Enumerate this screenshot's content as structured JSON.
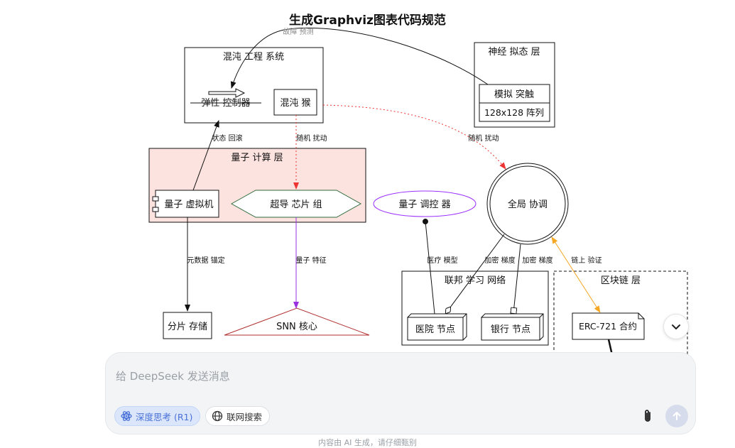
{
  "title": "生成Graphviz图表代码规范",
  "diagram": {
    "clusters": {
      "chaos_eng": "混沌 工程 系统",
      "neuro": "神经 拟态 层",
      "quantum": "量子 计算 层",
      "federated": "联邦 学习 网络",
      "blockchain": "区块链 层"
    },
    "nodes": {
      "elastic_controller": "弹性 控制器",
      "chaos_monkey": "混沌 猴",
      "simulated_synapse": "模拟 突触",
      "array_128": "128x128 阵列",
      "qvm": "量子 虚拟机",
      "sc_chip": "超导 芯片 组",
      "quantum_regulator": "量子 调控 器",
      "global_coord": "全局 协调",
      "shard_storage": "分片 存储",
      "snn_core": "SNN 核心",
      "hospital_node": "医院 节点",
      "bank_node": "银行 节点",
      "erc721": "ERC-721 合约"
    },
    "edges": {
      "fault_predict": "故障 预测",
      "state_rollback": "状态 回滚",
      "random_perturb_1": "随机 扰动",
      "random_perturb_2": "随机 扰动",
      "metadata_anchor": "元数据 锚定",
      "quantum_feature": "量子 特征",
      "medical_model": "医疗 模型",
      "enc_grad_1": "加密 梯度",
      "enc_grad_2": "加密 梯度",
      "onchain_verify": "链上 验证"
    },
    "colors": {
      "quantum_fill": "#fde3df",
      "chip_stroke": "#2f6b3a",
      "regulator_stroke": "#9b30ff",
      "snn_stroke": "#b03030",
      "perturb_red": "#e33",
      "feature_purple": "#9b30e0",
      "verify_orange": "#f5a623"
    }
  },
  "composer": {
    "placeholder": "给 DeepSeek 发送消息",
    "deepthink_label": "深度思考 (R1)",
    "search_label": "联网搜索"
  },
  "disclaimer": "内容由 AI 生成，请仔细甄别"
}
